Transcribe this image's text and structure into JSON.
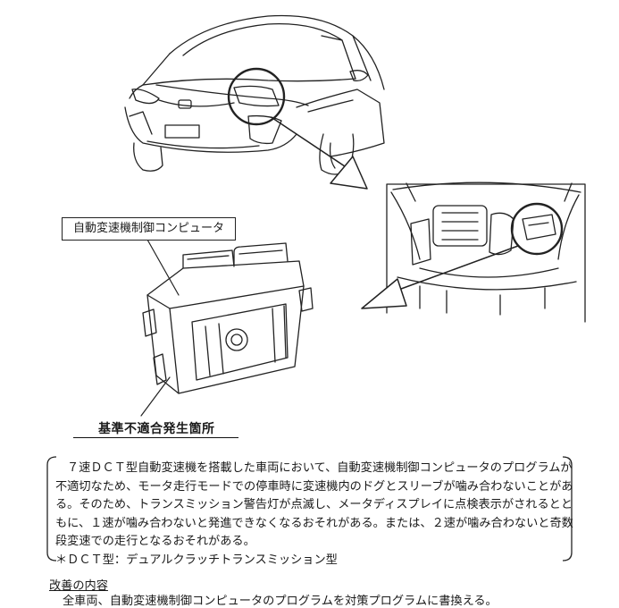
{
  "figure": {
    "ecu_label": "自動変速機制御コンピュータ",
    "defect_label": "基準不適合発生箇所"
  },
  "description": {
    "lines": [
      "７速ＤＣＴ型自動変速機を搭載した車両において、自動変速機制御コンピュータのプログラムが",
      "不適切なため、モータ走行モードでの停車時に変速機内のドグとスリーブが噛み合わないことがあ",
      "る。そのため、トランスミッション警告灯が点滅し、メータディスプレイに点検表示がされるとと",
      "もに、１速が噛み合わないと発進できなくなるおそれがある。または、２速が噛み合わないと奇数",
      "段変速での走行となるおそれがある。",
      "＊ＤＣＴ型：デュアルクラッチトランスミッション型"
    ]
  },
  "remedy": {
    "title": "改善の内容",
    "text": "全車両、自動変速機制御コンピュータのプログラムを対策プログラムに書換える。"
  }
}
